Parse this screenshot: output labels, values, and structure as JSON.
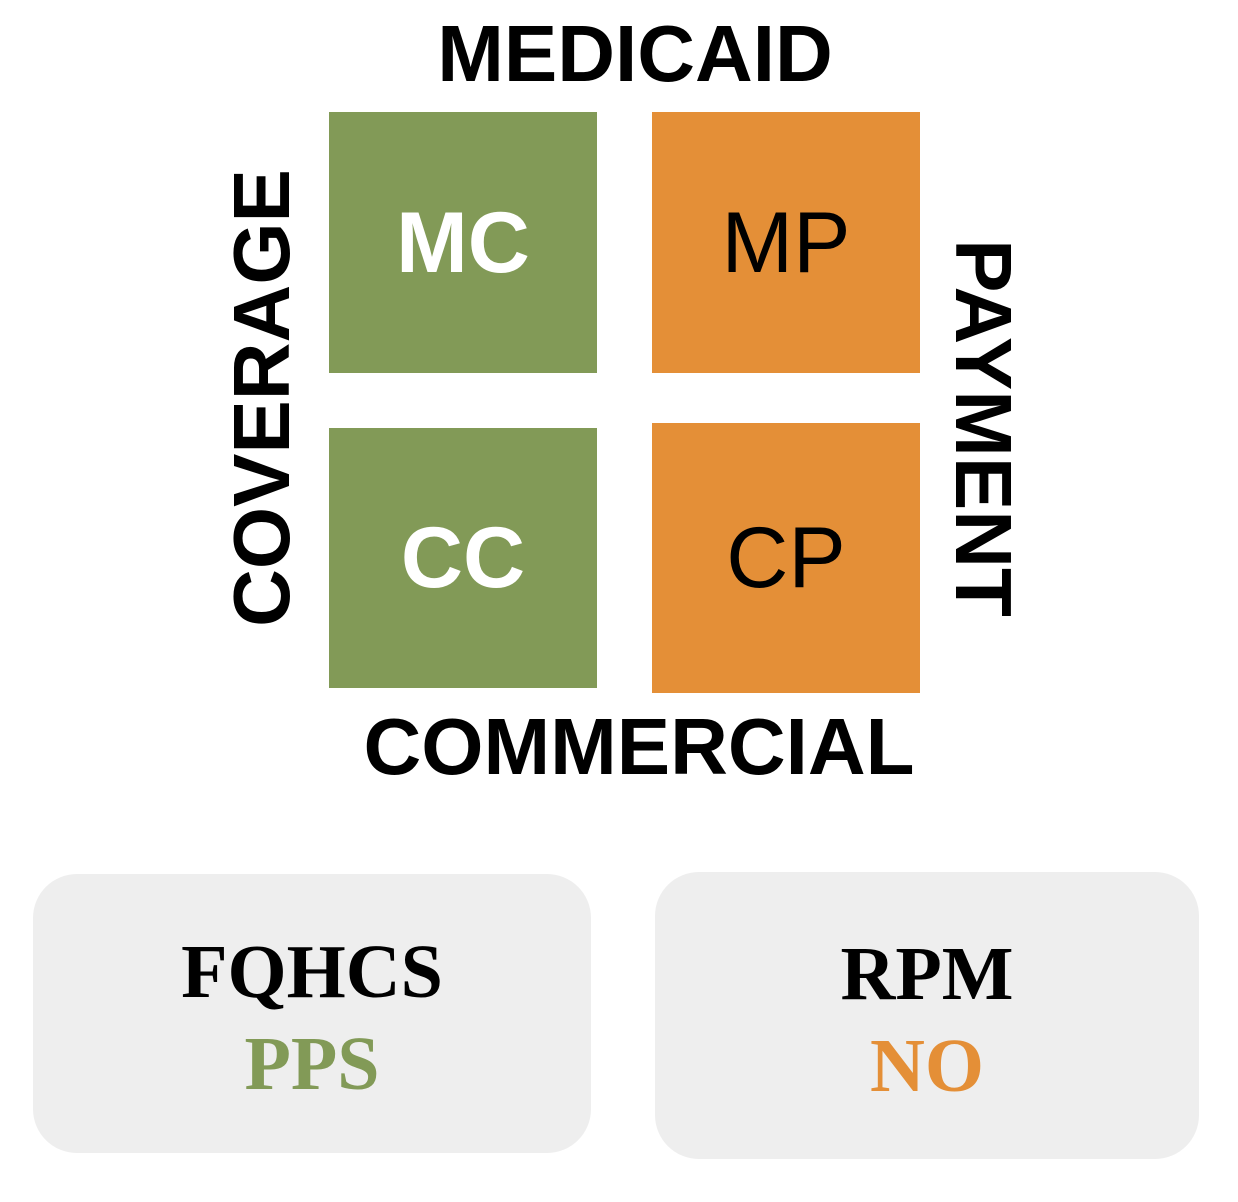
{
  "matrix": {
    "top_label": "MEDICAID",
    "bottom_label": "COMMERCIAL",
    "left_label": "COVERAGE",
    "right_label": "PAYMENT",
    "tiles": {
      "mc": {
        "label": "MC",
        "color": "#829a57"
      },
      "mp": {
        "label": "MP",
        "color": "#e48f37"
      },
      "cc": {
        "label": "CC",
        "color": "#829a57"
      },
      "cp": {
        "label": "CP",
        "color": "#e48f37"
      }
    }
  },
  "cards": {
    "fqhcs": {
      "title": "FQHCS",
      "value": "PPS",
      "value_color": "#829a57"
    },
    "rpm": {
      "title": "RPM",
      "value": "NO",
      "value_color": "#e48f37"
    }
  },
  "colors": {
    "green": "#829a57",
    "orange": "#e48f37",
    "card_background": "#eeeeee"
  }
}
